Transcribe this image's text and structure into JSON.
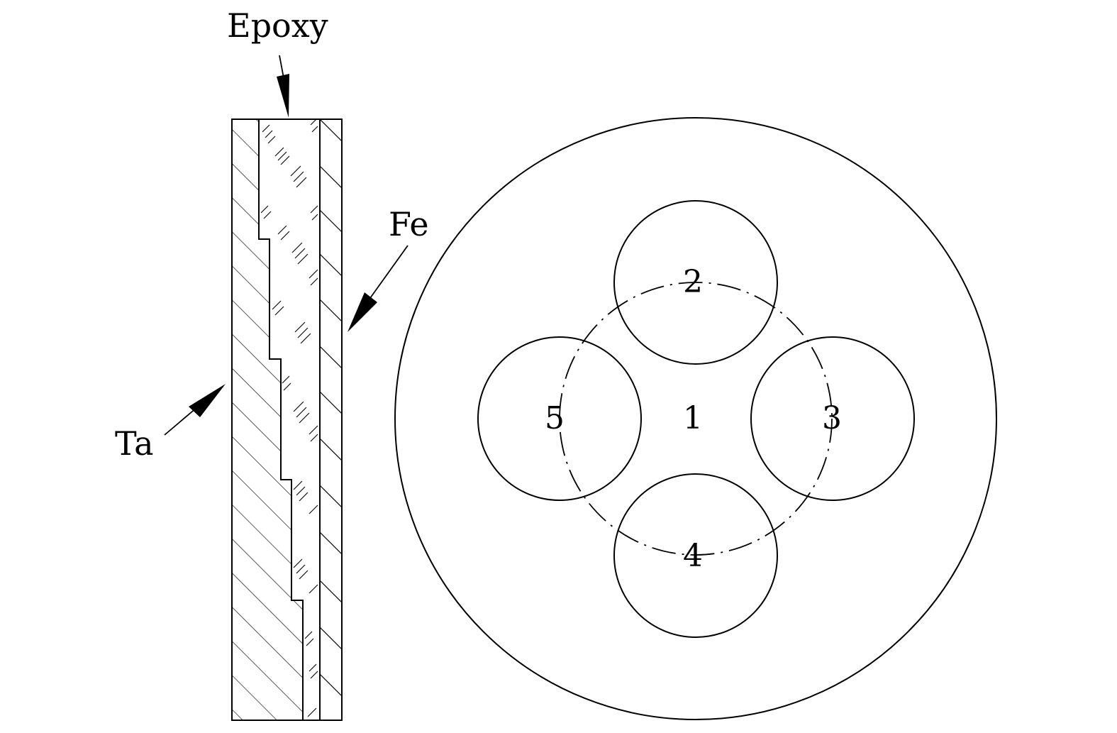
{
  "labels": {
    "epoxy": "Epoxy",
    "fe": "Fe",
    "ta": "Ta"
  },
  "regions": {
    "center": "1",
    "top": "2",
    "right": "3",
    "bottom": "4",
    "left": "5"
  },
  "colors": {
    "line": "#000000",
    "background": "#ffffff"
  }
}
